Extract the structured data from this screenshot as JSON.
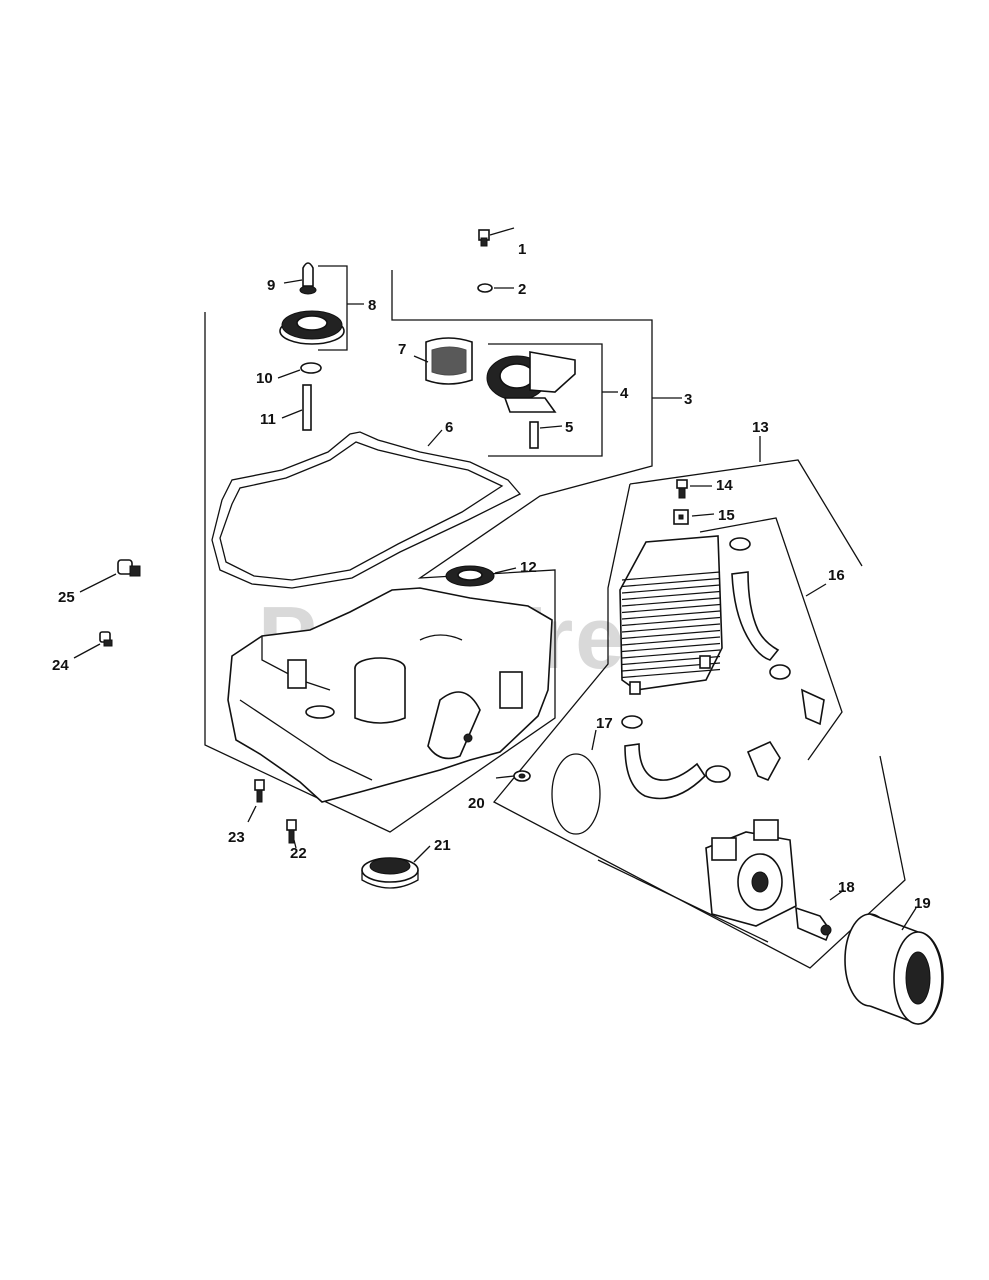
{
  "watermark": "PartsTree",
  "callouts": {
    "n1": "1",
    "n2": "2",
    "n3": "3",
    "n4": "4",
    "n5": "5",
    "n6": "6",
    "n7": "7",
    "n8": "8",
    "n9": "9",
    "n10": "10",
    "n11": "11",
    "n12": "12",
    "n13": "13",
    "n14": "14",
    "n15": "15",
    "n16": "16",
    "n17": "17",
    "n18": "18",
    "n19": "19",
    "n20": "20",
    "n21": "21",
    "n22": "22",
    "n23": "23",
    "n24": "24",
    "n25": "25"
  }
}
